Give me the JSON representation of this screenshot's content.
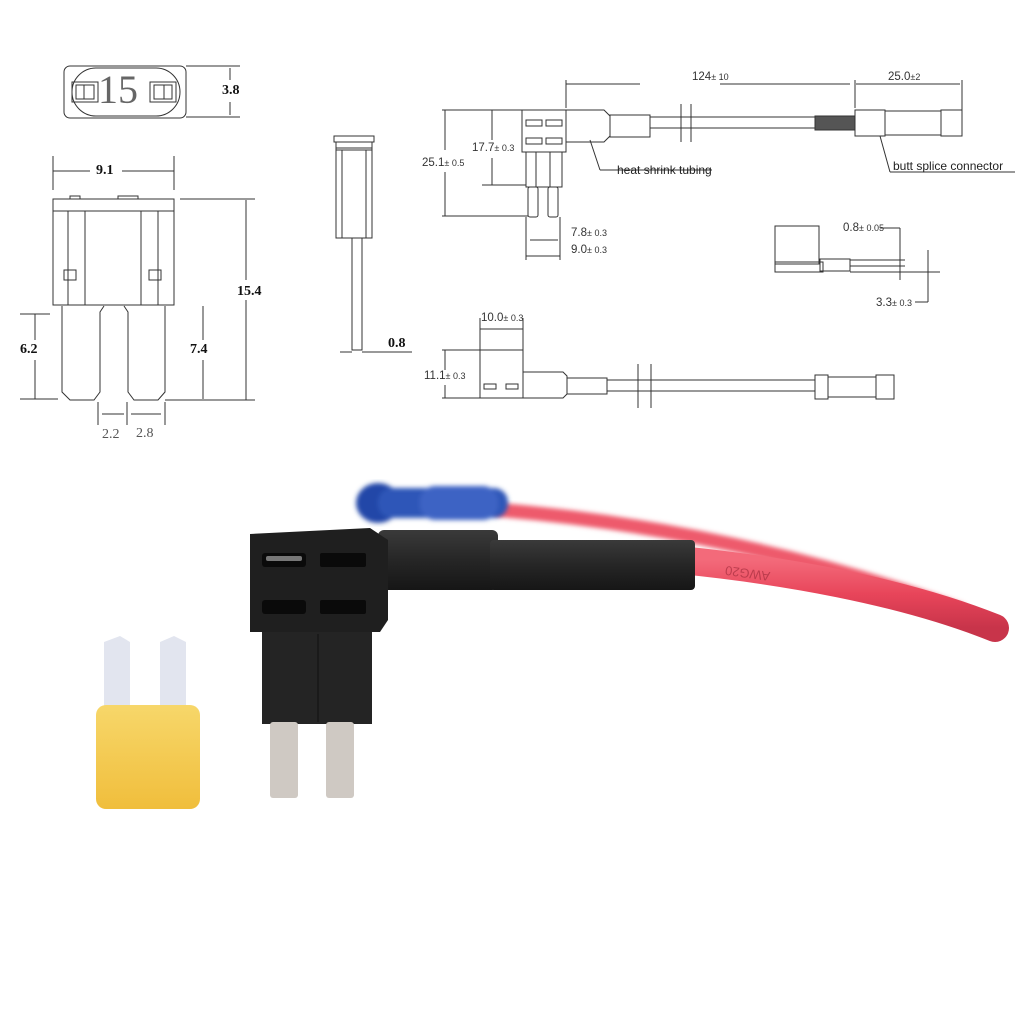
{
  "drawing": {
    "fuse_top_view": {
      "rating_text": "15",
      "height_dim": "3.8"
    },
    "fuse_front_view": {
      "width_dim": "9.1",
      "total_height_dim": "15.4",
      "blade_left_dim": "6.2",
      "blade_right_dim": "7.4",
      "blade_gap_dim": "2.2",
      "blade_width_dim": "2.8"
    },
    "fuse_side_view": {
      "blade_thickness_dim": "0.8"
    },
    "tap_side_view": {
      "length_dim": "124",
      "length_tol": "± 10",
      "splice_len_dim": "25.0",
      "splice_len_tol": "±2",
      "total_height_dim": "25.1",
      "total_height_tol": "± 0.5",
      "body_height_dim": "17.7",
      "body_height_tol": "± 0.3",
      "blade_span_dim": "7.8",
      "blade_span_tol": "± 0.3",
      "body_width_dim": "9.0",
      "body_width_tol": "± 0.3",
      "callout_heat_shrink": "heat shrink tubing",
      "callout_butt_splice": "butt splice connector"
    },
    "tap_end_view": {
      "blade_thickness_dim": "0.8",
      "blade_thickness_tol": "± 0.05",
      "blade_spacing_dim": "3.3",
      "blade_spacing_tol": "± 0.3"
    },
    "tap_top_view": {
      "width_dim": "10.0",
      "width_tol": "± 0.3",
      "height_dim": "11.1",
      "height_tol": "± 0.3"
    }
  },
  "photo": {
    "fuse_color": "#f2c94c",
    "tap_body_color": "#1e1e1e",
    "wire_color": "#e8455a",
    "connector_color": "#2f56b8",
    "wire_print": "AWG20"
  }
}
